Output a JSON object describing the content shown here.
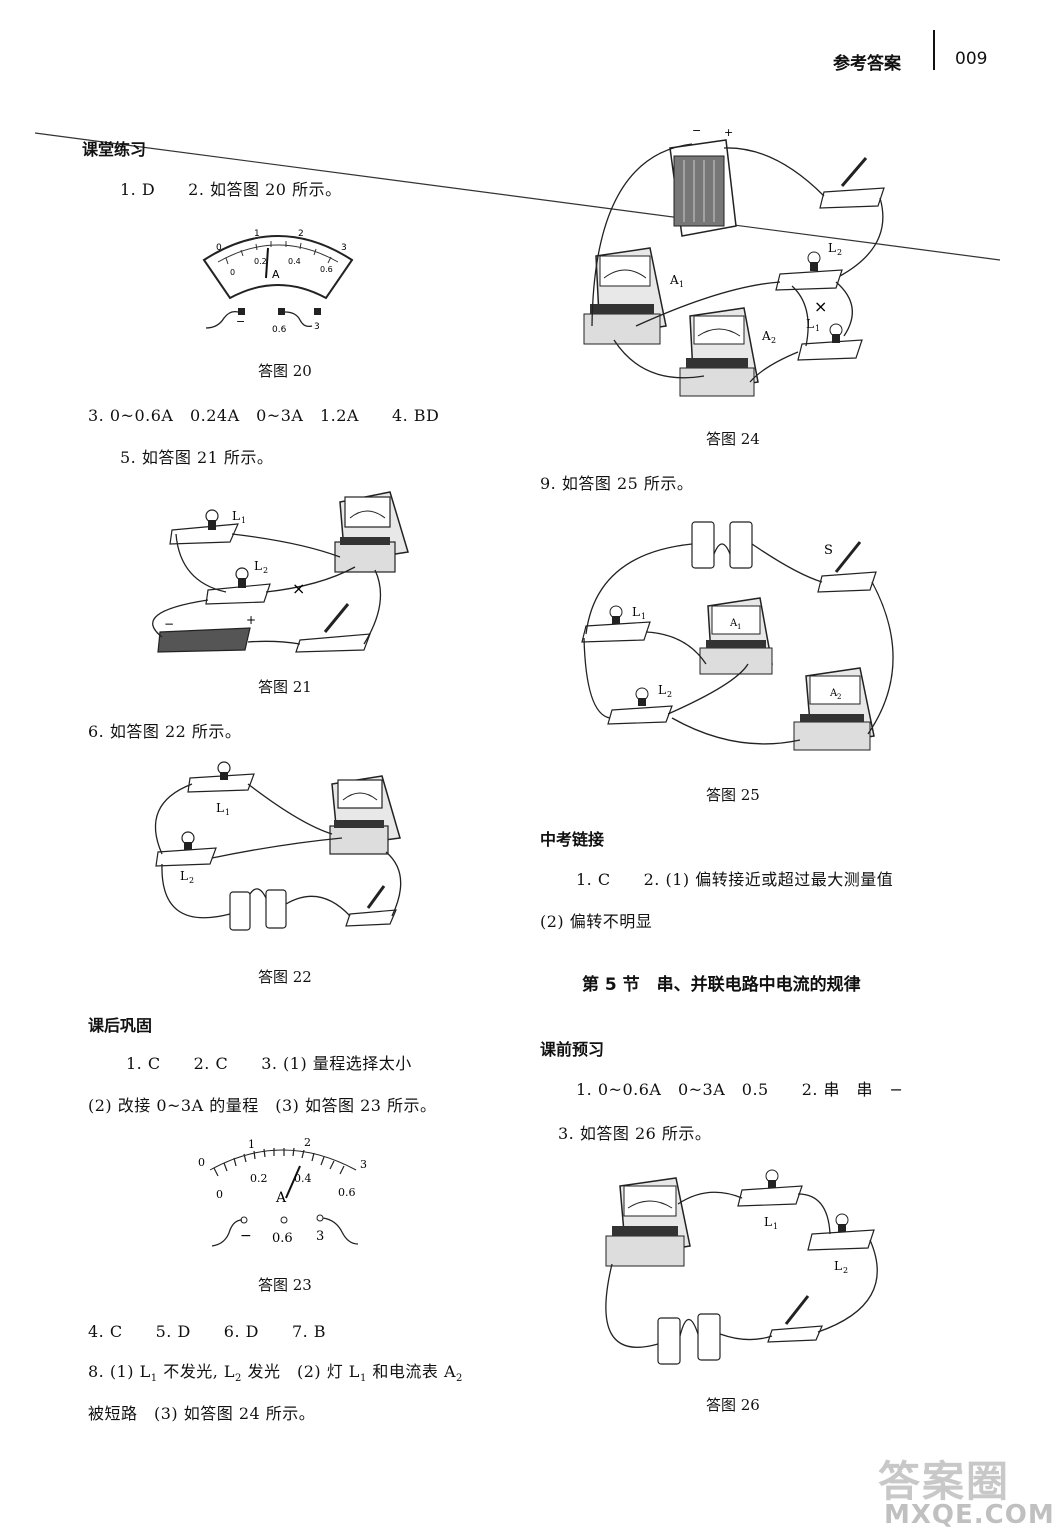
{
  "header": {
    "title": "参考答案",
    "page": "009"
  },
  "left": {
    "sec1": "课堂练习",
    "l1": "1. D　　2. 如答图 20 所示。",
    "fig20": {
      "caption": "答图 20",
      "top_ticks": [
        "0",
        "1",
        "2",
        "3"
      ],
      "bottom_ticks": [
        "0",
        "0.2",
        "0.4",
        "0.6"
      ],
      "unit": "A",
      "terminals": [
        "−",
        "0.6",
        "3"
      ]
    },
    "l3": "3.  0~0.6A　0.24A　0~3A　1.2A　　4. BD",
    "l5": "5. 如答图 21 所示。",
    "fig21": {
      "caption": "答图 21",
      "L1": "L",
      "L1s": "1",
      "L2": "L",
      "L2s": "2",
      "minus": "−",
      "plus": "+"
    },
    "l6": "6. 如答图 22 所示。",
    "fig22": {
      "caption": "答图 22",
      "L1": "L",
      "L1s": "1",
      "L2": "L",
      "L2s": "2"
    },
    "sec2": "课后巩固",
    "l7": "1. C　　2. C　　3. (1) 量程选择太小",
    "l8": "(2) 改接 0~3A 的量程　(3) 如答图 23 所示。",
    "fig23": {
      "caption": "答图 23",
      "top_ticks": [
        "0",
        "1",
        "2",
        "3"
      ],
      "bottom_ticks": [
        "0",
        "0.2",
        "0.4",
        "0.6"
      ],
      "unit": "A",
      "terminals": [
        "−",
        "0.6",
        "3"
      ]
    },
    "l9": "4. C　　5. D　　6. D　　7. B",
    "l10a": "8. (1) L",
    "l10b": "1",
    "l10c": " 不发光, L",
    "l10d": "2",
    "l10e": " 发光　(2) 灯 L",
    "l10f": "1",
    "l10g": " 和电流表 A",
    "l10h": "2",
    "l11": "被短路　(3) 如答图 24 所示。"
  },
  "right": {
    "fig24": {
      "caption": "答图 24",
      "A1": "A",
      "A1s": "1",
      "A2": "A",
      "A2s": "2",
      "L1": "L",
      "L1s": "1",
      "L2": "L",
      "L2s": "2",
      "minus": "−",
      "plus": "+"
    },
    "l9": "9. 如答图 25 所示。",
    "fig25": {
      "caption": "答图 25",
      "S": "S",
      "L1": "L",
      "L1s": "1",
      "L2": "L",
      "L2s": "2",
      "A1": "A",
      "A1s": "1",
      "A2": "A",
      "A2s": "2"
    },
    "sec3": "中考链接",
    "z1": "1. C　　2. (1) 偏转接近或超过最大测量值",
    "z2": "(2) 偏转不明显",
    "title": "第 5 节　串、并联电路中电流的规律",
    "sec4": "课前预习",
    "p1": "1.  0~0.6A　0~3A　0.5　　2. 串　串　−",
    "p3": "3. 如答图 26 所示。",
    "fig26": {
      "caption": "答图 26",
      "L1": "L",
      "L1s": "1",
      "L2": "L",
      "L2s": "2"
    }
  },
  "watermark": {
    "line1": "答案圈",
    "line2": "MXQE.COM"
  }
}
